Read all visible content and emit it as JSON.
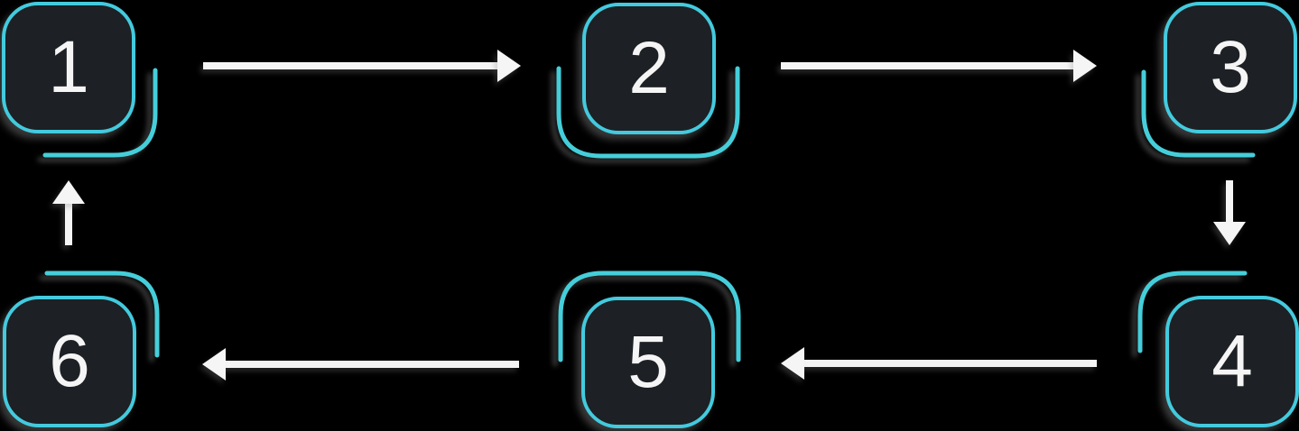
{
  "diagram": {
    "type": "cycle",
    "nodes": [
      {
        "id": "step-1",
        "label": "1",
        "position": "top-left"
      },
      {
        "id": "step-2",
        "label": "2",
        "position": "top-center"
      },
      {
        "id": "step-3",
        "label": "3",
        "position": "top-right"
      },
      {
        "id": "step-4",
        "label": "4",
        "position": "bottom-right"
      },
      {
        "id": "step-5",
        "label": "5",
        "position": "bottom-center"
      },
      {
        "id": "step-6",
        "label": "6",
        "position": "bottom-left"
      }
    ],
    "edges": [
      {
        "from": "1",
        "to": "2",
        "direction": "right"
      },
      {
        "from": "2",
        "to": "3",
        "direction": "right"
      },
      {
        "from": "3",
        "to": "4",
        "direction": "down"
      },
      {
        "from": "4",
        "to": "5",
        "direction": "left"
      },
      {
        "from": "5",
        "to": "6",
        "direction": "left"
      },
      {
        "from": "6",
        "to": "1",
        "direction": "up"
      }
    ],
    "colors": {
      "background": "#000000",
      "node_fill": "#1d2024",
      "node_border": "#43cade",
      "accent_arc": "#45ceda",
      "arrow": "#f5f5f5",
      "number_text": "#f5f5f5"
    }
  }
}
